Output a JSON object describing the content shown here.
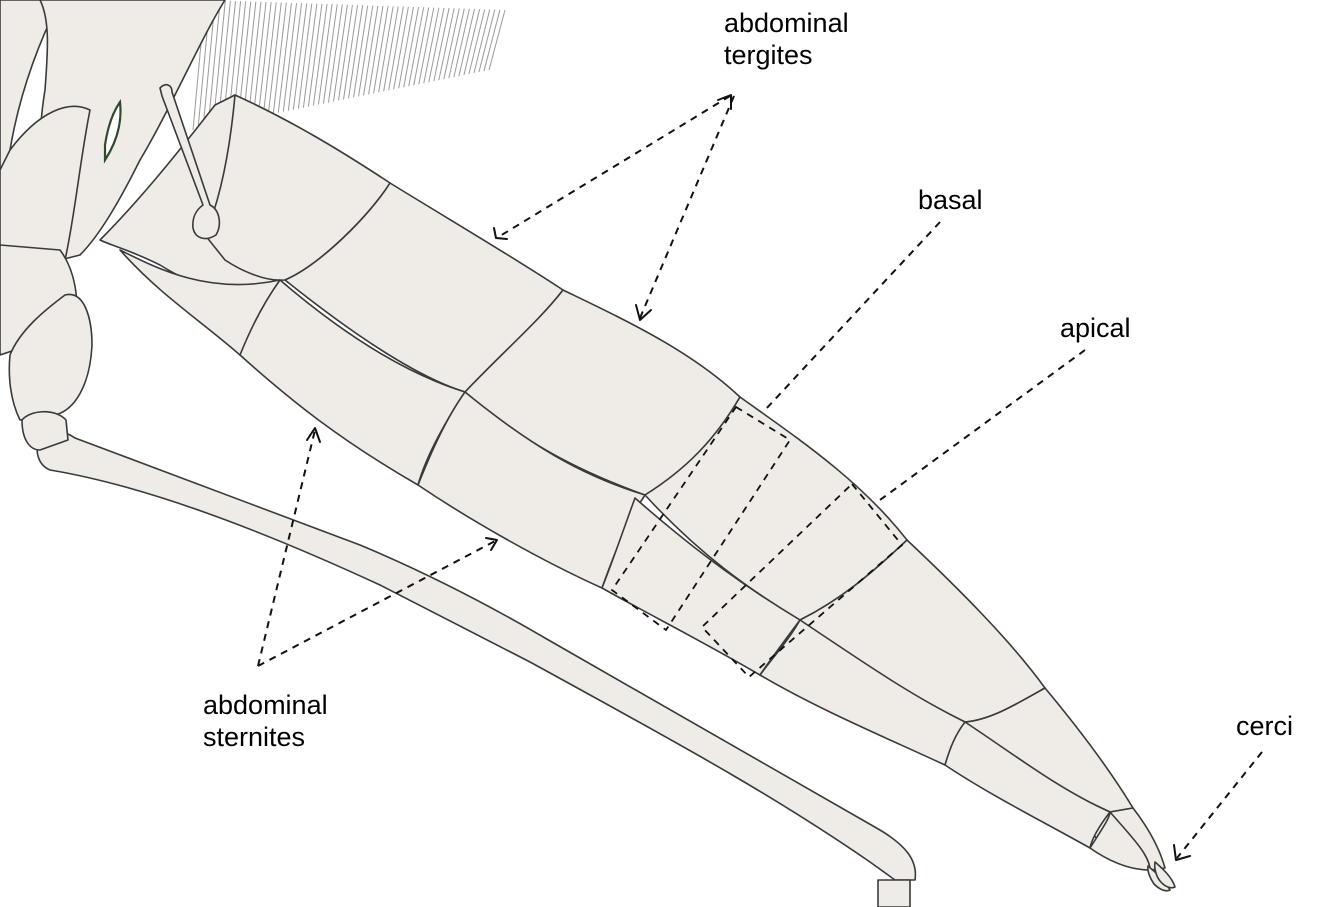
{
  "labels": {
    "tergites": {
      "line1": "abdominal",
      "line2": "tergites"
    },
    "basal": "basal",
    "apical": "apical",
    "sternites": {
      "line1": "abdominal",
      "line2": "sternites"
    },
    "cerci": "cerci"
  },
  "colors": {
    "body_fill": "#efebe7",
    "outline": "#3a3a3a",
    "leader": "#111111",
    "spiracle": "#2e4a2e"
  }
}
